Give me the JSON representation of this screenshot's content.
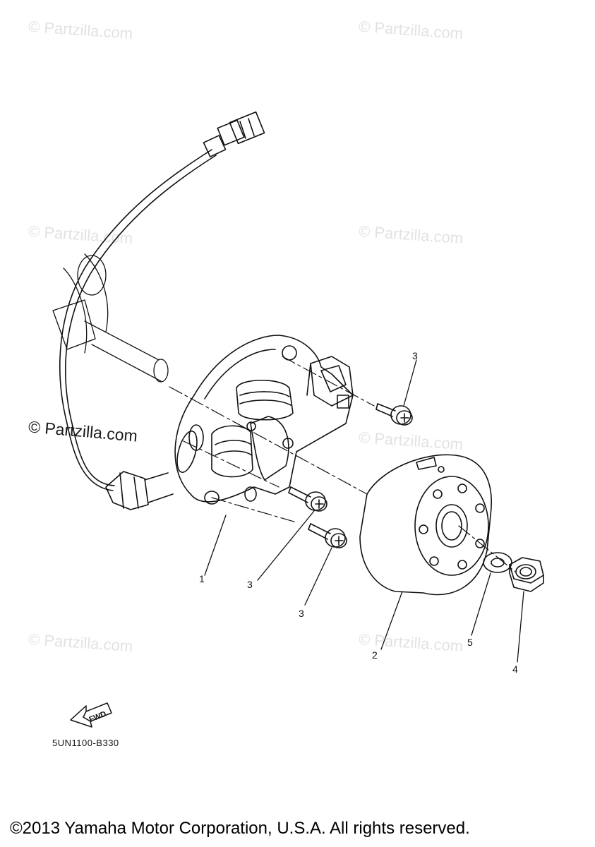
{
  "watermark": {
    "text": "© Partzilla.com",
    "color_faint": "#e2e2e2",
    "color_bold": "#1a1a1a"
  },
  "callouts": [
    {
      "id": "1",
      "label": "1"
    },
    {
      "id": "2",
      "label": "2"
    },
    {
      "id": "3a",
      "label": "3"
    },
    {
      "id": "3b",
      "label": "3"
    },
    {
      "id": "3c",
      "label": "3"
    },
    {
      "id": "4",
      "label": "4"
    },
    {
      "id": "5",
      "label": "5"
    }
  ],
  "forward_arrow": {
    "label": "FWD",
    "icon": "forward-arrow-icon"
  },
  "diagram_code": "5UN1100-B330",
  "copyright": "©2013 Yamaha Motor Corporation, U.S.A. All rights reserved."
}
